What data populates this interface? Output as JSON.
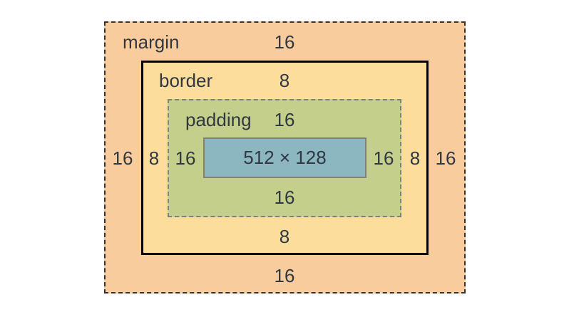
{
  "box_model": {
    "margin": {
      "label": "margin",
      "top": "16",
      "right": "16",
      "bottom": "16",
      "left": "16"
    },
    "border": {
      "label": "border",
      "top": "8",
      "right": "8",
      "bottom": "8",
      "left": "8"
    },
    "padding": {
      "label": "padding",
      "top": "16",
      "right": "16",
      "bottom": "16",
      "left": "16"
    },
    "content": {
      "size": "512 × 128"
    }
  },
  "colors": {
    "margin": "#f9cc9d",
    "border": "#fddd9b",
    "padding": "#c3cf8a",
    "content": "#8cb6c0",
    "text": "#303942"
  }
}
